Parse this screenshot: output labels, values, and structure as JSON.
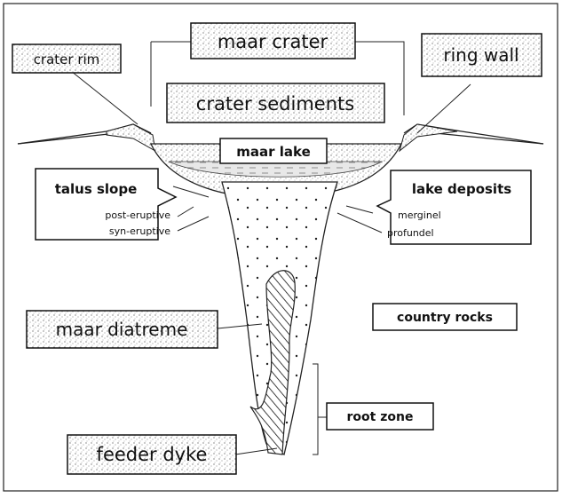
{
  "labels": {
    "maar_crater": "maar crater",
    "crater_rim": "crater rim",
    "ring_wall": "ring wall",
    "crater_sediments": "crater sediments",
    "maar_lake": "maar lake",
    "talus_slope": "talus slope",
    "post_eruptive": "post-eruptive",
    "syn_eruptive": "syn-eruptive",
    "lake_deposits": "lake deposits",
    "marginal": "merginel",
    "profundal": "profundel",
    "maar_diatreme": "maar diatreme",
    "country_rocks": "country rocks",
    "root_zone": "root zone",
    "feeder_dyke": "feeder dyke"
  }
}
